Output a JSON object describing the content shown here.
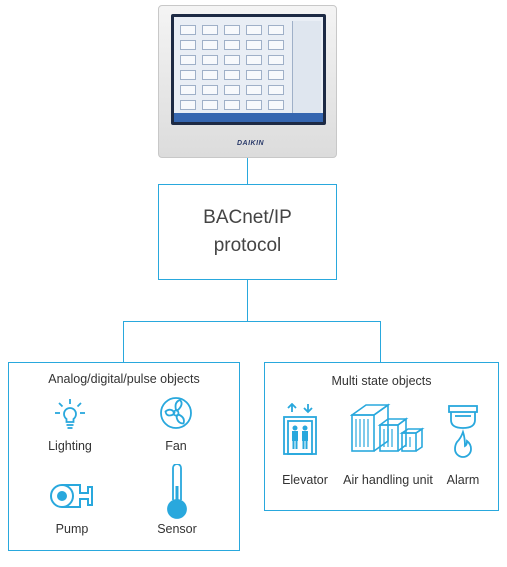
{
  "device": {
    "brand_logo": "DAIKIN"
  },
  "protocol": {
    "line1": "BACnet/IP",
    "line2": "protocol"
  },
  "left_group": {
    "title": "Analog/digital/pulse objects",
    "items": [
      {
        "label": "Lighting",
        "icon": "light-bulb-icon"
      },
      {
        "label": "Fan",
        "icon": "fan-icon"
      },
      {
        "label": "Pump",
        "icon": "pump-icon"
      },
      {
        "label": "Sensor",
        "icon": "thermometer-icon"
      }
    ]
  },
  "right_group": {
    "title": "Multi state objects",
    "items": [
      {
        "label": "Elevator",
        "icon": "elevator-icon"
      },
      {
        "label": "Air handling unit",
        "icon": "air-handling-unit-icon"
      },
      {
        "label": "Alarm",
        "icon": "fire-alarm-icon"
      }
    ]
  },
  "colors": {
    "accent": "#29a8dd",
    "text": "#333333"
  }
}
